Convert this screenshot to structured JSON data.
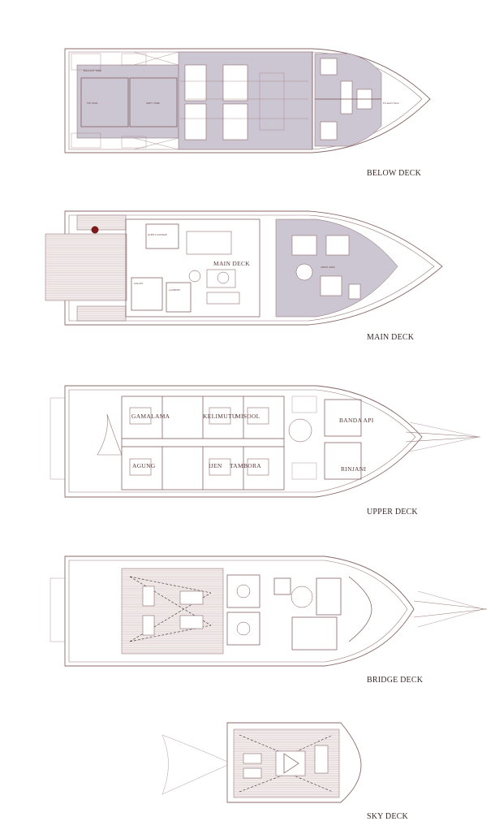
{
  "decks": {
    "below": {
      "label": "BELOW DECK"
    },
    "main": {
      "label": "MAIN DECK",
      "area_label": "MAIN DECK"
    },
    "upper": {
      "label": "UPPER DECK",
      "cabins": [
        "GAMALAMA",
        "KELIMUTU",
        "MISOOL",
        "BANDA API",
        "AGUNG",
        "IJEN",
        "TAMBORA",
        "RINJANI"
      ]
    },
    "bridge": {
      "label": "BRIDGE DECK"
    },
    "sky": {
      "label": "SKY DECK"
    }
  },
  "colors": {
    "line": "#8a6a6a",
    "crew_area_fill": "#ccc6d2",
    "text": "#3a2a2a"
  }
}
